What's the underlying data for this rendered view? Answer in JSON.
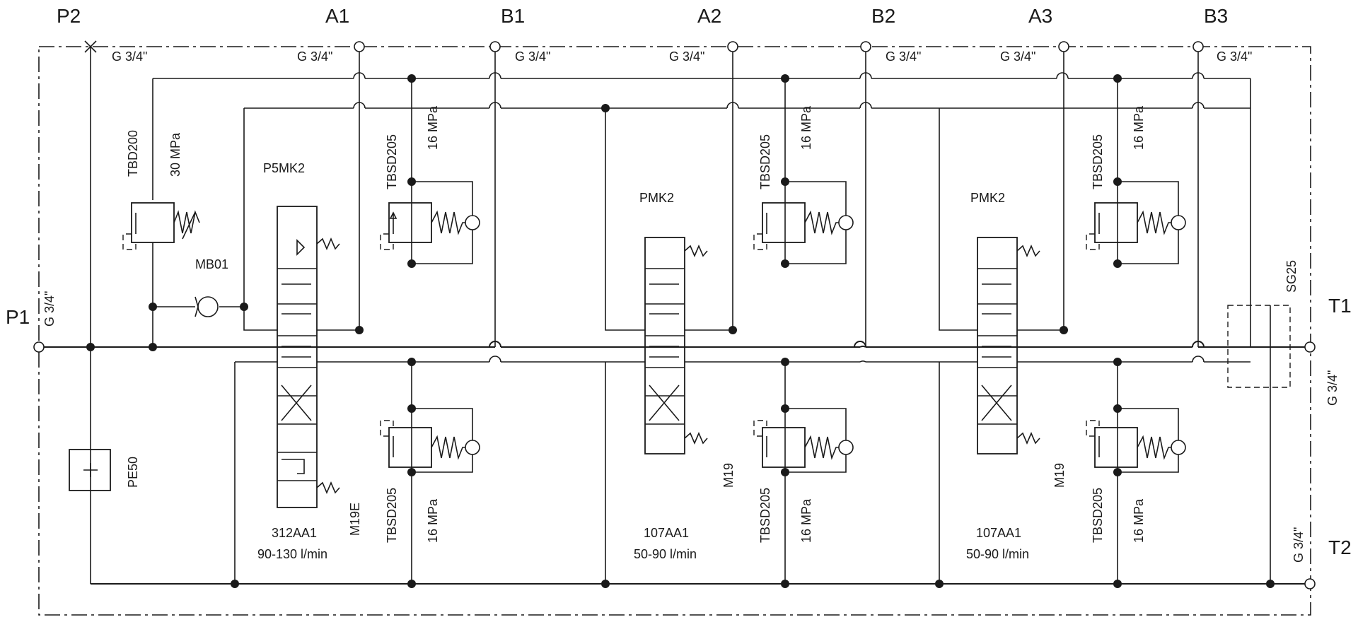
{
  "ports": {
    "p2": "P2",
    "a1": "A1",
    "b1": "B1",
    "a2": "A2",
    "b2": "B2",
    "a3": "A3",
    "b3": "B3",
    "p1": "P1",
    "t1": "T1",
    "t2": "T2"
  },
  "threads": {
    "top_p2": "G 3/4\"",
    "top_a1": "G 3/4\"",
    "top_b1": "G 3/4\"",
    "top_a2": "G 3/4\"",
    "top_b2": "G 3/4\"",
    "top_a3": "G 3/4\"",
    "top_b3": "G 3/4\"",
    "p1": "G 3/4\"",
    "t1": "G 3/4\"",
    "t2": "G 3/4\""
  },
  "relief_main": {
    "model": "TBD200",
    "pressure": "30 MPa"
  },
  "gauge_port": "MB01",
  "filter": "PE50",
  "tank_block": "SG25",
  "sections": [
    {
      "valve": "P5MK2",
      "code": "312AA1",
      "flow": "90-130 l/min",
      "actuator": "M19E",
      "relief_top": {
        "model": "TBSD205",
        "pressure": "16 MPa"
      },
      "relief_bottom": {
        "model": "TBSD205",
        "pressure": "16 MPa"
      }
    },
    {
      "valve": "PMK2",
      "code": "107AA1",
      "flow": "50-90 l/min",
      "actuator": "M19",
      "relief_top": {
        "model": "TBSD205",
        "pressure": "16 MPa"
      },
      "relief_bottom": {
        "model": "TBSD205",
        "pressure": "16 MPa"
      }
    },
    {
      "valve": "PMK2",
      "code": "107AA1",
      "flow": "50-90 l/min",
      "actuator": "M19",
      "relief_top": {
        "model": "TBSD205",
        "pressure": "16 MPa"
      },
      "relief_bottom": {
        "model": "TBSD205",
        "pressure": "16 MPa"
      }
    }
  ]
}
